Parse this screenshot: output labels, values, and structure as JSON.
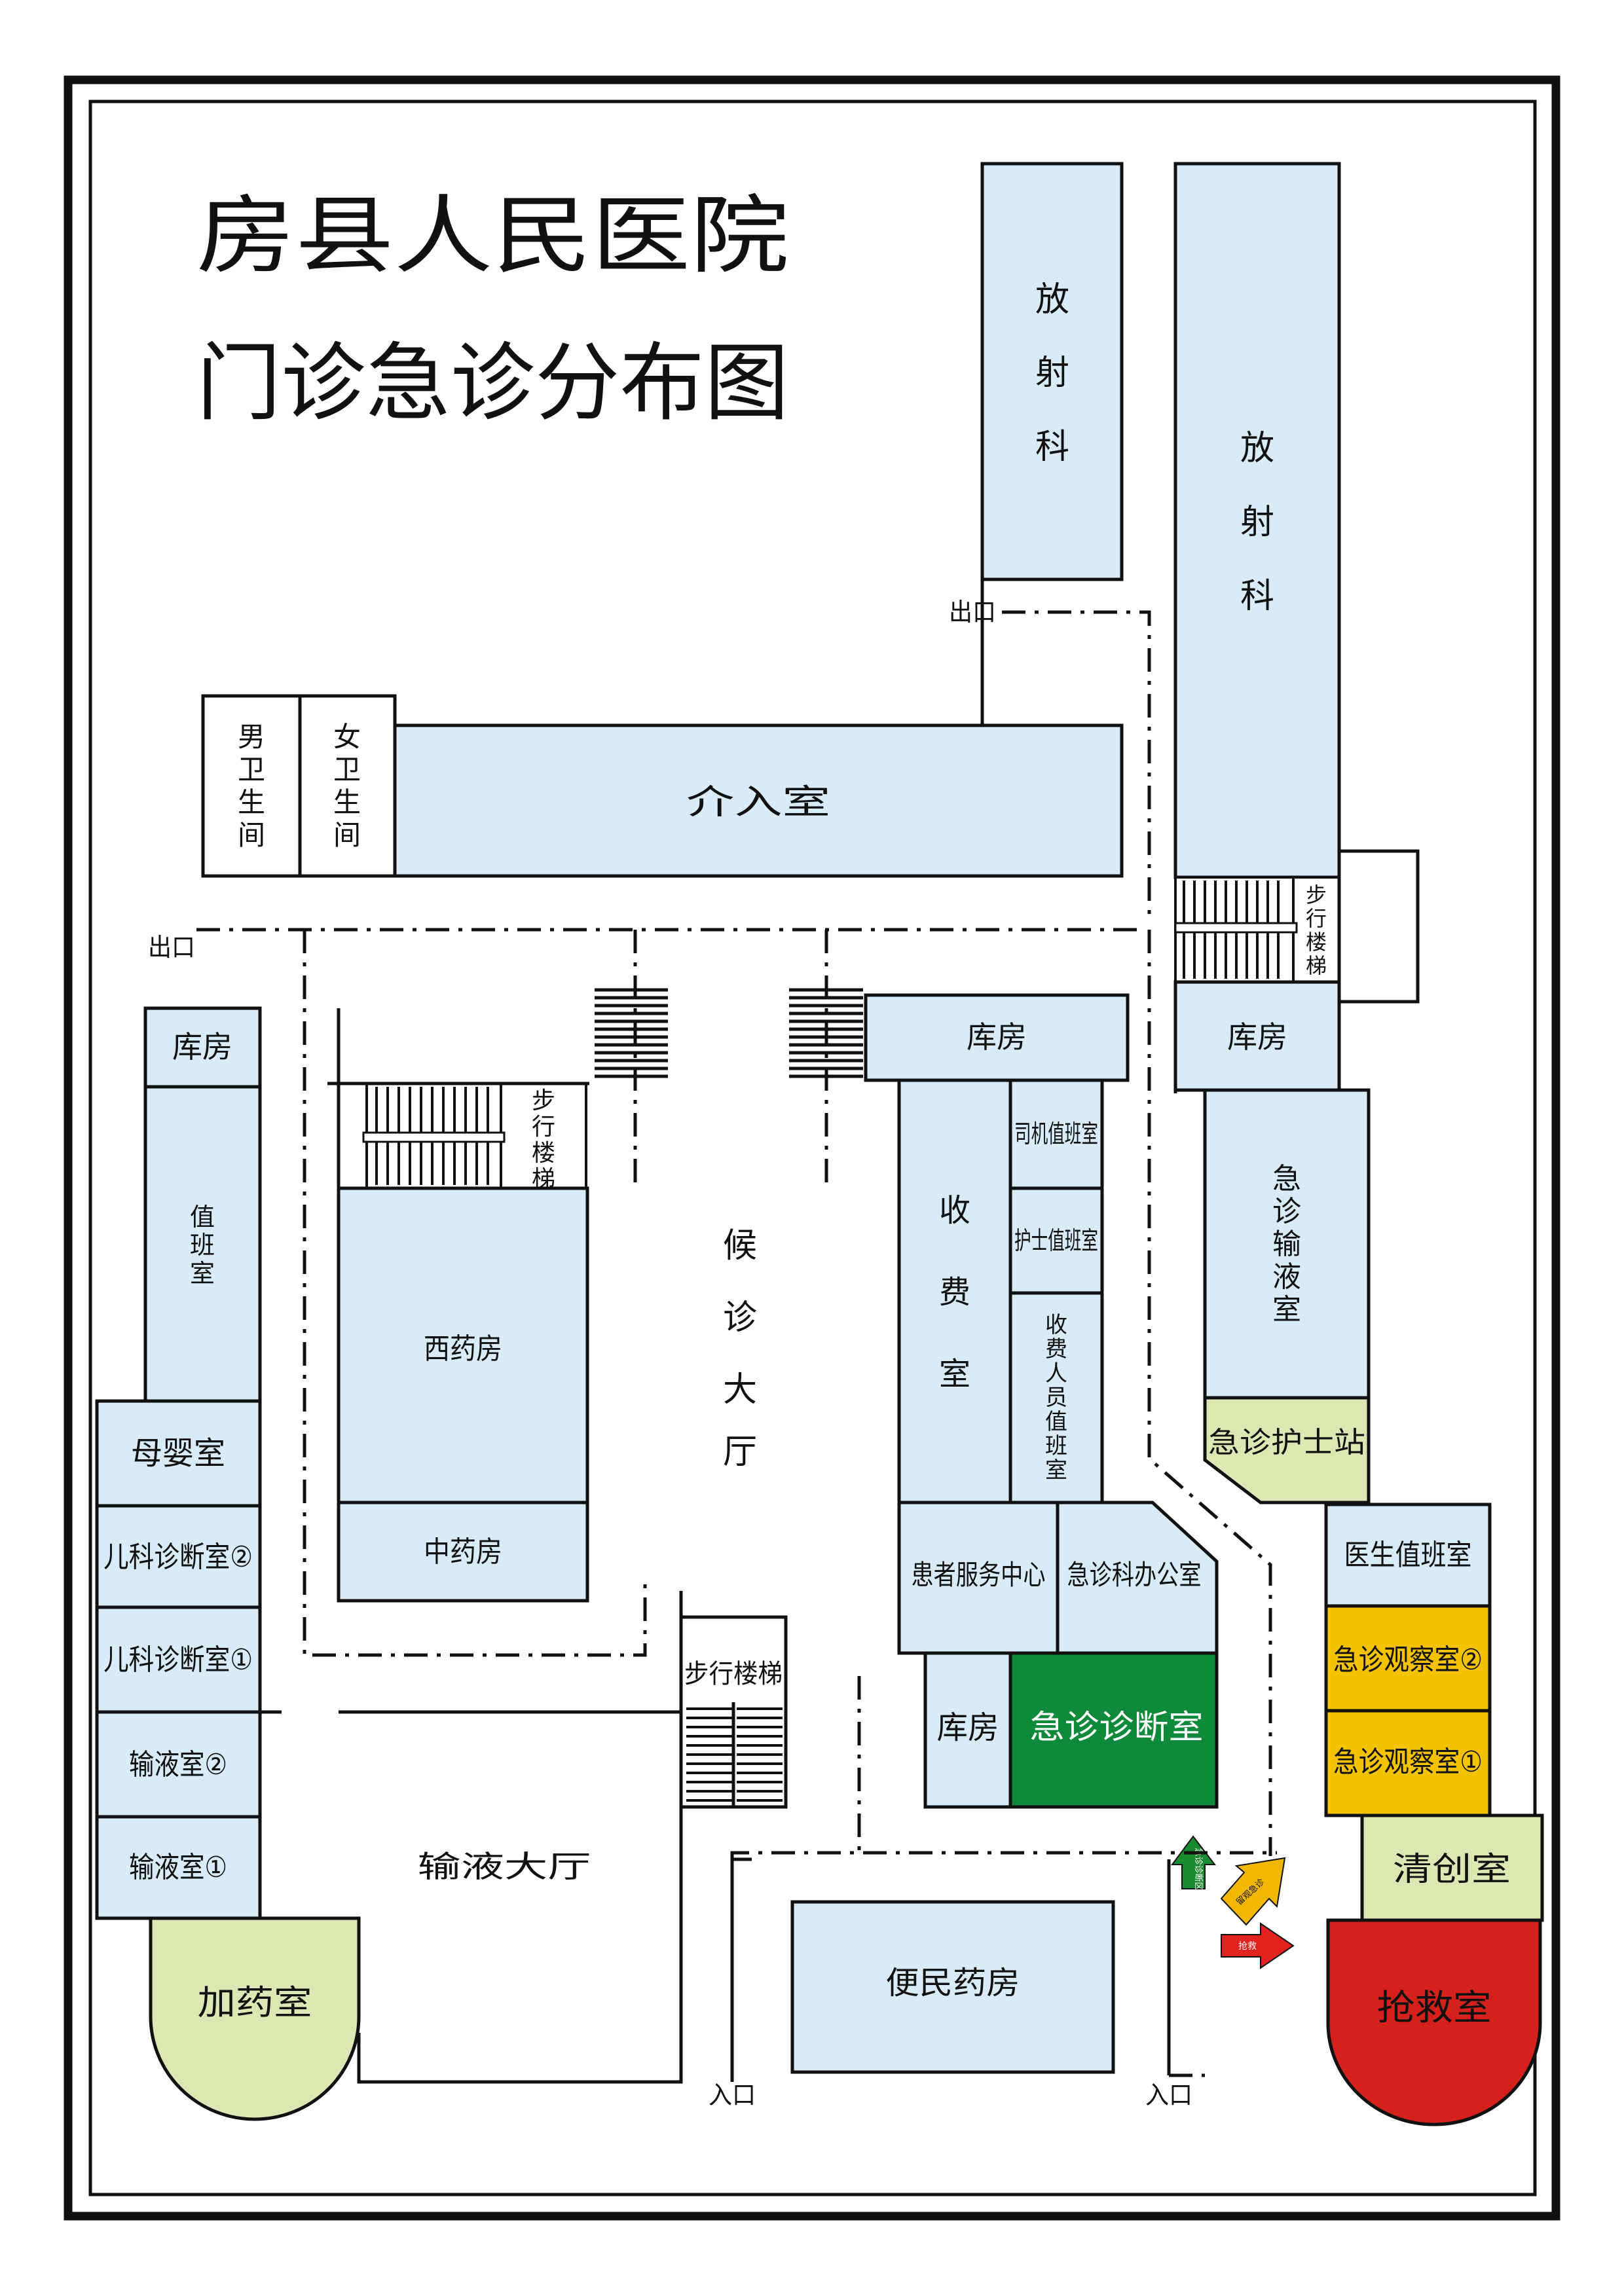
{
  "title": {
    "line1": "房县人民医院",
    "line2": "门诊急诊分布图"
  },
  "colors": {
    "room": "#d8ebf7",
    "pale_green": "#dbe8b4",
    "emergency_green": "#0f8a3a",
    "observation_yellow": "#f5c200",
    "resuscitation_red": "#d4211c",
    "arrow_green": "#1a8a2e",
    "arrow_yellow": "#f2b700",
    "arrow_red": "#e0231f"
  },
  "rooms": {
    "radiology_1": "放射科",
    "radiology_2": "放射科",
    "male_toilet": "男卫生间",
    "female_toilet": "女卫生间",
    "interventional": "介入室",
    "storage_left": "库房",
    "duty_room": "值班室",
    "western_pharmacy": "西药房",
    "chinese_pharmacy": "中药房",
    "waiting_hall": "候诊大厅",
    "storage_center": "库房",
    "cashier": "收费室",
    "driver_duty": "司机值班室",
    "nurse_duty": "护士值班室",
    "cashier_staff_duty": "收费人员值班室",
    "storage_right": "库房",
    "emergency_infusion": "急诊输液室",
    "emergency_nurse_station": "急诊护士站",
    "doctor_duty": "医生值班室",
    "observation_2": "急诊观察室②",
    "observation_1": "急诊观察室①",
    "debridement": "清创室",
    "resuscitation": "抢救室",
    "patient_service": "患者服务中心",
    "emergency_office": "急诊科办公室",
    "storage_bottom": "库房",
    "emergency_diagnosis": "急诊诊断室",
    "mother_baby": "母婴室",
    "pediatrics_2": "儿科诊断室②",
    "pediatrics_1": "儿科诊断室①",
    "infusion_2": "输液室②",
    "infusion_1": "输液室①",
    "dispensing": "加药室",
    "infusion_hall": "输液大厅",
    "convenience_pharmacy": "便民药房"
  },
  "stairs": {
    "right": "步行楼梯",
    "left": "步行楼梯",
    "bottom": "步行楼梯"
  },
  "exits": {
    "top": "出口",
    "left": "出口",
    "entrance_center": "入口",
    "entrance_right": "入口"
  },
  "arrows": {
    "green": "急诊诊断区",
    "yellow": "留观急诊",
    "red": "抢救"
  }
}
